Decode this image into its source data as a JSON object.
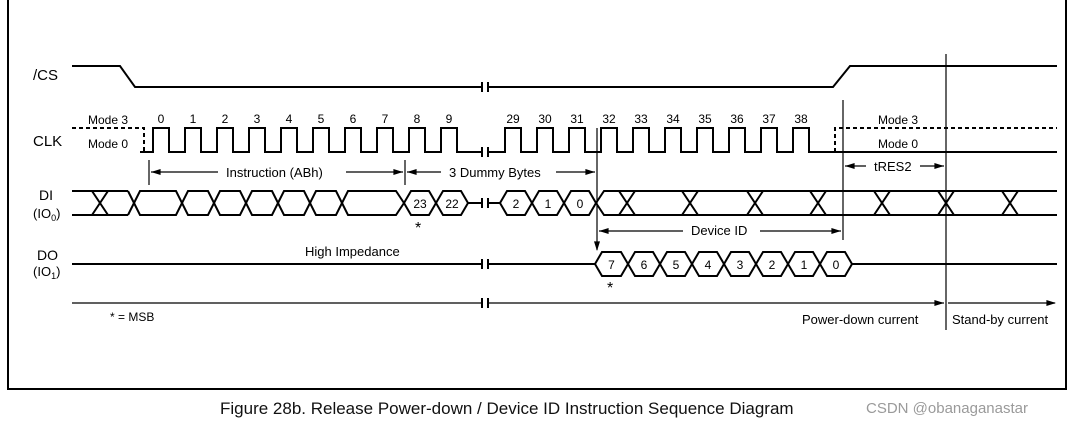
{
  "signals": {
    "cs": "/CS",
    "clk": "CLK",
    "di": "DI",
    "di_sub_pre": "(IO",
    "di_sub": "0",
    "do": "DO",
    "do_sub_pre": "(IO",
    "do_sub": "1",
    "sub_close": ")"
  },
  "modes": {
    "mode3": "Mode 3",
    "mode0": "Mode 0"
  },
  "clock_numbers": [
    "0",
    "1",
    "2",
    "3",
    "4",
    "5",
    "6",
    "7",
    "8",
    "9",
    "29",
    "30",
    "31",
    "32",
    "33",
    "34",
    "35",
    "36",
    "37",
    "38"
  ],
  "spans": {
    "instruction": "Instruction (ABh)",
    "dummy": "3 Dummy Bytes",
    "tres2": "tRES2",
    "device_id": "Device ID"
  },
  "di_bits": [
    "23",
    "22",
    "2",
    "1",
    "0"
  ],
  "do_bits": [
    "7",
    "6",
    "5",
    "4",
    "3",
    "2",
    "1",
    "0"
  ],
  "do_state": "High Impedance",
  "msb_star": "*",
  "msb_note": "* = MSB",
  "currents": {
    "power_down": "Power-down current",
    "standby": "Stand-by current"
  },
  "caption": "Figure 28b. Release Power-down / Device ID Instruction Sequence Diagram",
  "watermark": "CSDN @obanaganastar"
}
